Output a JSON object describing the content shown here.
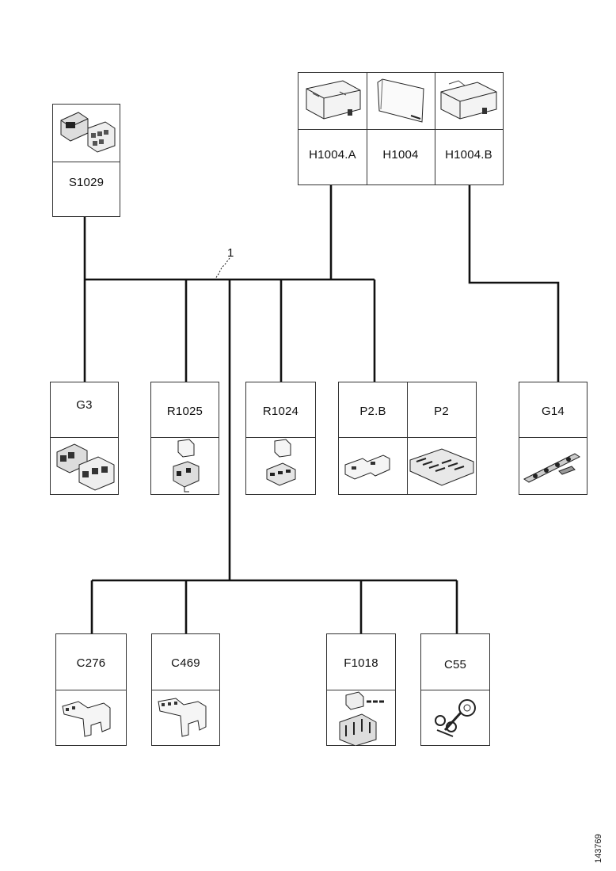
{
  "callout": "1",
  "figure_id": "143769",
  "components": {
    "s1029": {
      "label": "S1029",
      "icon": "switch-connector-icon"
    },
    "h1004a": {
      "label": "H1004.A",
      "icon": "connector-housing-icon"
    },
    "h1004": {
      "label": "H1004",
      "icon": "cover-plate-icon"
    },
    "h1004b": {
      "label": "H1004.B",
      "icon": "connector-housing-icon"
    },
    "g3": {
      "label": "G3",
      "icon": "ground-connector-icon"
    },
    "r1025": {
      "label": "R1025",
      "icon": "relay-icon"
    },
    "r1024": {
      "label": "R1024",
      "icon": "relay-icon"
    },
    "p2b": {
      "label": "P2.B",
      "icon": "terminal-icon"
    },
    "p2": {
      "label": "P2",
      "icon": "fuse-block-icon"
    },
    "g14": {
      "label": "G14",
      "icon": "ground-strip-icon"
    },
    "c276": {
      "label": "C276",
      "icon": "crimp-terminal-icon"
    },
    "c469": {
      "label": "C469",
      "icon": "crimp-terminal-icon"
    },
    "f1018": {
      "label": "F1018",
      "icon": "fuse-holder-icon"
    },
    "c55": {
      "label": "C55",
      "icon": "ring-terminal-icon"
    }
  }
}
